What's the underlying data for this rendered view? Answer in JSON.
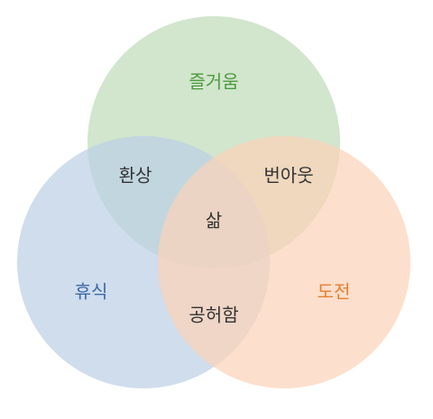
{
  "sets": [
    {
      "key": "top",
      "label": "즐거움",
      "fill": "#c4dfbf",
      "label_color": "#4e9a3c"
    },
    {
      "key": "left",
      "label": "휴식",
      "fill": "#bdd0e6",
      "label_color": "#3c6aa6"
    },
    {
      "key": "right",
      "label": "도전",
      "fill": "#fbd3b8",
      "label_color": "#e67f2e"
    }
  ],
  "intersections": {
    "top_left": "환상",
    "top_right": "번아웃",
    "left_right": "공허함",
    "center": "삶"
  },
  "intersection_label_color": "#333333"
}
